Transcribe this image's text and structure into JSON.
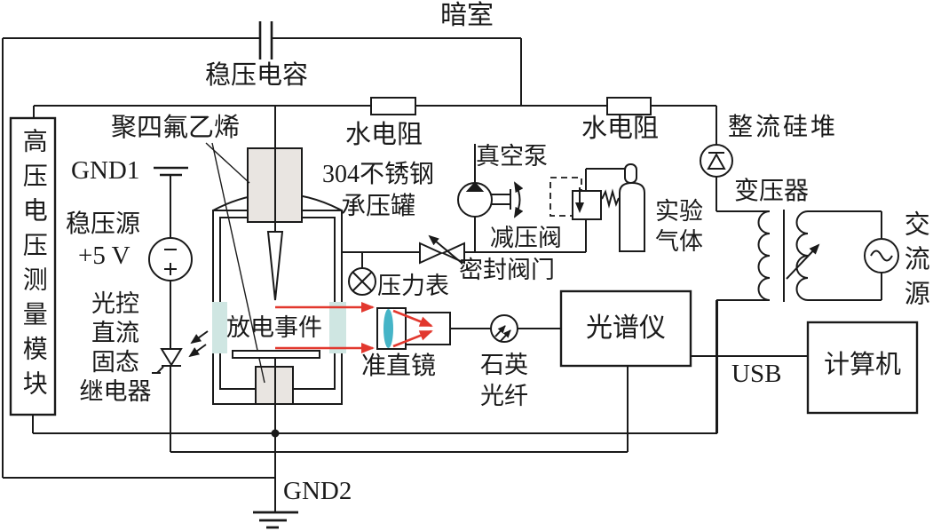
{
  "figure": {
    "type": "experimental-setup-schematic",
    "labels": {
      "dark_room": "暗室",
      "stabilizing_capacitor": "稳压电容",
      "ptfe": "聚四氟乙烯",
      "gnd1": "GND1",
      "regulated_source": "稳压源",
      "plus_5v": "+5 V",
      "hv_measure_module": "高压电压测量模块",
      "ssr": "光控\n直流\n固态\n继电器",
      "water_resistor_left": "水电阻",
      "water_resistor_right": "水电阻",
      "steel_tank": "304不锈钢\n承压罐",
      "vacuum_pump": "真空泵",
      "reducing_valve": "减压阀",
      "sealing_valve": "密封阀门",
      "pressure_gauge": "压力表",
      "discharge_event": "放电事件",
      "collimating_lens": "准直镜",
      "quartz_fiber": "石英\n光纤",
      "spectrometer": "光谱仪",
      "experimental_gas": "实验\n气体",
      "rectifier_stack": "整流硅堆",
      "transformer": "变压器",
      "ac_source": "交流源",
      "usb": "USB",
      "computer": "计算机",
      "gnd2": "GND2"
    },
    "colors": {
      "line": "#1a1a1a",
      "light_ray": "#e2382e",
      "lens_fill": "#45b4c7",
      "window_fill": "#cfe6e2",
      "ptfe_block_fill": "#e9e5e1",
      "background": "#ffffff"
    }
  }
}
